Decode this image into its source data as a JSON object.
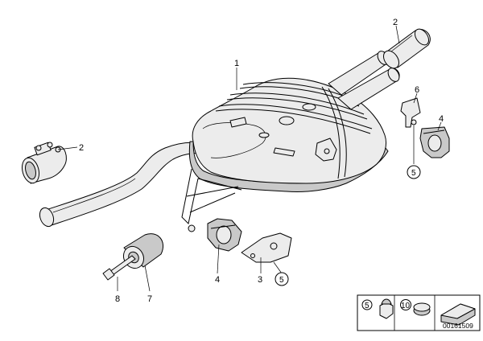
{
  "callouts": {
    "muffler": "1",
    "clamp": "2",
    "tailpipe": "2",
    "bracket_right": "6",
    "hanger_right": "4",
    "hanger_lower": "4",
    "bracket_lower": "3",
    "bolt": "8",
    "rubber_mount": "7"
  },
  "circled_refs": {
    "right": "5",
    "lower": "5"
  },
  "legend": {
    "item_a": "5",
    "item_b": "10"
  },
  "diagram_code": "00161509"
}
